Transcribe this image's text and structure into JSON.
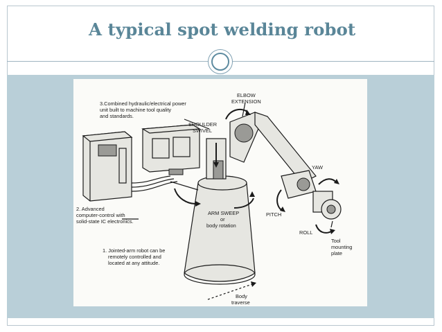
{
  "slide": {
    "title": "A typical spot welding robot"
  },
  "diagram": {
    "labels": {
      "note3_line1": "3.Combined hydraulic/electrical power",
      "note3_line2": "unit built to machine tool quality",
      "note3_line3": "and standards.",
      "elbow_line1": "ELBOW",
      "elbow_line2": "EXTENSION",
      "shoulder_line1": "SHOULDER",
      "shoulder_line2": "SWIVEL",
      "yaw": "YAW",
      "note2_line1": "2. Advanced",
      "note2_line2": "computer-control with",
      "note2_line3": "solid-state IC electronics.",
      "armsweep_line1": "ARM SWEEP",
      "armsweep_line2": "or",
      "armsweep_line3": "body rotation",
      "pitch": "PITCH",
      "roll": "ROLL",
      "tool_line1": "Tool",
      "tool_line2": "mounting",
      "tool_line3": "plate",
      "note1_line1": "1. Jointed-arm robot can be",
      "note1_line2": "remotely controlled and",
      "note1_line3": "located at any attitude.",
      "body_line1": "Body",
      "body_line2": "traverse"
    }
  }
}
